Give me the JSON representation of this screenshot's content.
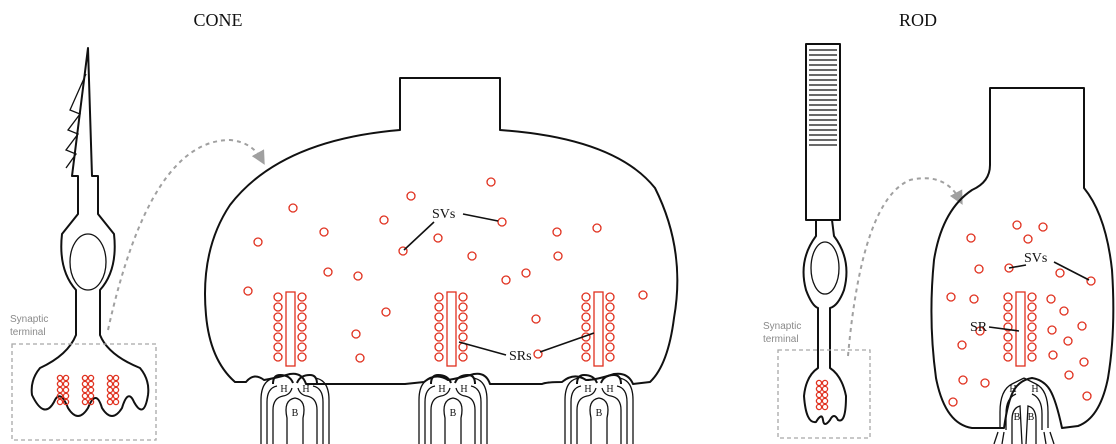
{
  "titles": {
    "cone": "CONE",
    "rod": "ROD"
  },
  "labels": {
    "synaptic_terminal_line1": "Synaptic",
    "synaptic_terminal_line2": "terminal",
    "svs": "SVs",
    "srs": "SRs",
    "sr": "SR",
    "h": "H",
    "b": "B"
  },
  "colors": {
    "vesicle": "#e0301e",
    "outline": "#111111",
    "guide": "#a0a0a0"
  }
}
